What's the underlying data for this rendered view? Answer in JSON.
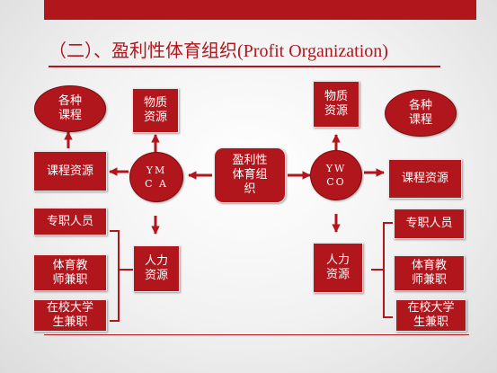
{
  "title": "（二）、盈利性体育组织(Profit Organization)",
  "center": "盈利性\n体育组\n织",
  "ymca": {
    "name": "YM\nC A",
    "materials": "物质\n资源",
    "courses": "各种\n课程",
    "course_resources": "课程资源",
    "human": "人力\n资源",
    "staff": [
      "专职人员",
      "体育教\n师兼职",
      "在校大学\n生兼职"
    ]
  },
  "ywco": {
    "name": "YW\nCO",
    "materials": "物质\n资源",
    "courses": "各种\n课程",
    "course_resources": "课程资源",
    "human": "人力\n资源",
    "staff": [
      "专职人员",
      "体育教\n师兼职",
      "在校大学\n生兼职"
    ]
  },
  "colors": {
    "accent": "#b0161c",
    "background": "#f4f4f4"
  }
}
